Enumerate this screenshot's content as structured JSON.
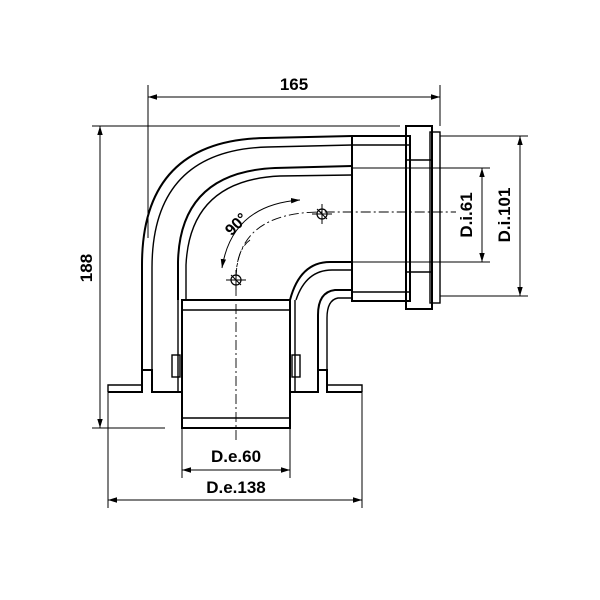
{
  "drawing": {
    "dimensions": {
      "width_top": "165",
      "height_left": "188",
      "inner_diameter_small": "D.i.61",
      "inner_diameter_large": "D.i.101",
      "outer_diameter_small": "D.e.60",
      "outer_diameter_large": "D.e.138",
      "angle": "90°"
    }
  }
}
